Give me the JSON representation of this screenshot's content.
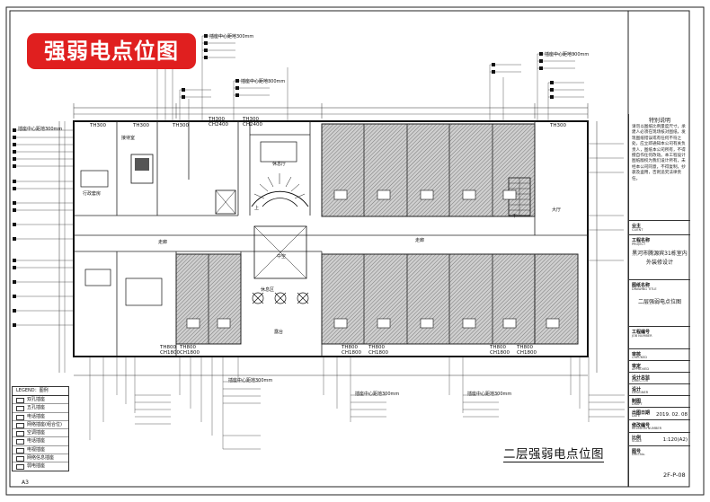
{
  "badge": {
    "text": "强弱电点位图"
  },
  "plan_title": "二层强弱电点位图",
  "sheet_size": "A3",
  "drawing_code": "2F-P-08",
  "title_block": {
    "notes_title": "特别说明",
    "notes_body": "请勿以图纸比例量度尺寸，承建人必须在现场核对图纸，发现图纸错误或有任何不符之处，应立即通知本公司有关负责人，图纸本公司所有，不得擅自作任何改动。本工程设计图纸版权为我们设计所有，未经本公司同意，不得复制，抄袭及盗用，否则追究法律责任。",
    "client_label": "业主",
    "client_label_en": "CLIENT",
    "project_label": "工程名称",
    "project_label_en": "PROJECT",
    "project_name": "黑河市腾源宾31栋室内外装修设计",
    "drawing_title_label": "图纸名称",
    "drawing_title_label_en": "DRAWING TITLE",
    "drawing_title": "二层强弱电点位图",
    "job_no_label": "工程编号",
    "job_no_label_en": "JOB NUMBER",
    "checked_label": "审核",
    "checked_label_en": "CHECKED",
    "approved_label": "审定",
    "approved_label_en": "APPROVED",
    "director_label": "设计总监",
    "director_label_en": "DIRECTOR",
    "designer_label": "设计",
    "designer_label_en": "DESIGNER",
    "draft_label": "制图",
    "draft_label_en": "DRAFT",
    "date_label": "出图日期",
    "date_label_en": "DATE",
    "date_value": "2019. 02. 08",
    "revision_label": "修改编号",
    "revision_label_en": "REVISION NUMBER",
    "scale_label": "比例",
    "scale_label_en": "SCALE",
    "scale_value": "1:120(A2)",
    "drawing_no_label": "图号",
    "drawing_no_label_en": "DRG.No."
  },
  "legend": {
    "title": "LEGEND：图例",
    "items": [
      "双孔插座",
      "五孔插座",
      "电话插座",
      "网络插座(组合位)",
      "空调插座",
      "电话插座",
      "电视插座",
      "网络信息插座",
      "弱电插座"
    ]
  },
  "rooms": {
    "reception": "接待室",
    "admin": "行政套房",
    "corridor": "走廊",
    "corridor2": "走廊",
    "hall": "休息厅",
    "balcony": "露台",
    "elevator_hall": "大厅",
    "lounge": "休息区",
    "atrium": "中空",
    "stair_up": "上",
    "stair_down": "下"
  },
  "heights": {
    "th300": "TH300",
    "ch2400": "CH2400",
    "th800": "TH800",
    "ch1800": "CH1800"
  },
  "annotation_text": "插座中心距地300mm"
}
